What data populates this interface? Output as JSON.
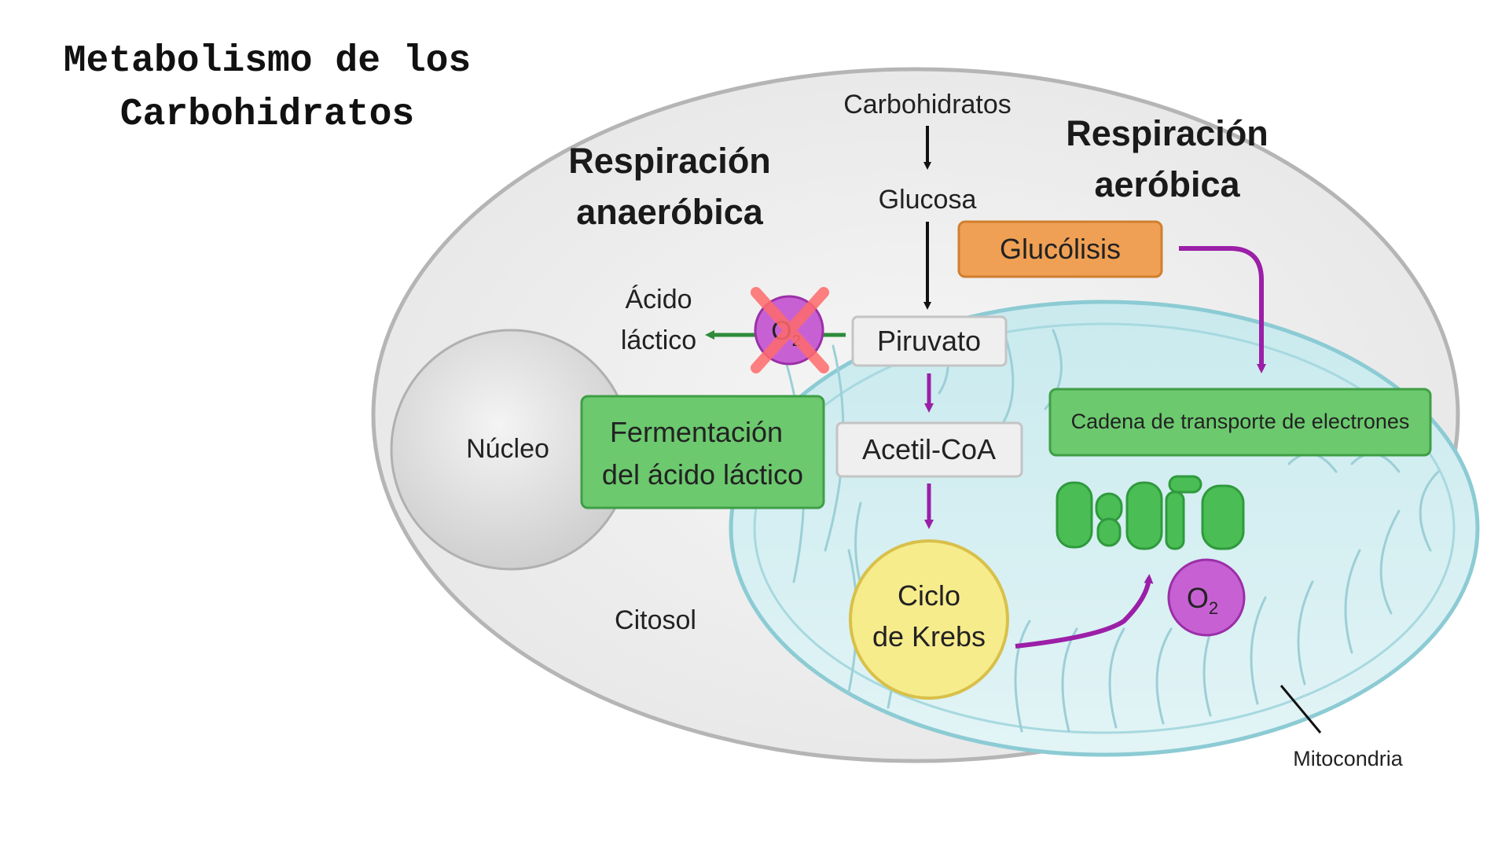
{
  "title": "Metabolismo de los\nCarbohidratos",
  "diagram": {
    "headings": {
      "anaerobic_line1": "Respiración",
      "anaerobic_line2": "anaeróbica",
      "aerobic_line1": "Respiración",
      "aerobic_line2": "aeróbica"
    },
    "labels": {
      "carbohidratos": "Carbohidratos",
      "glucosa": "Glucosa",
      "glucolisis": "Glucólisis",
      "piruvato": "Piruvato",
      "acetil_coa": "Acetil-CoA",
      "acido_lactico_line1": "Ácido",
      "acido_lactico_line2": "láctico",
      "fermentacion_line1": "Fermentación",
      "fermentacion_line2": "del ácido láctico",
      "nucleo": "Núcleo",
      "citosol": "Citosol",
      "ciclo_line1": "Ciclo",
      "ciclo_line2": "de Krebs",
      "cadena": "Cadena de transporte de electrones",
      "mitocondria": "Mitocondria",
      "oxygen_symbol": "O",
      "oxygen_subscript": "2"
    },
    "colors": {
      "aerobic_arrow": "#9b1fa7",
      "anaerobic_arrow": "#2e8b3a",
      "green_box": "#6cc96e",
      "glucolisis_box": "#f0a054",
      "krebs_circle": "#f7ec8c",
      "oxygen_circle": "#c761d3",
      "blocked_cross": "#ff6b6b",
      "mitochondria_fill": "#d4eef1"
    }
  }
}
